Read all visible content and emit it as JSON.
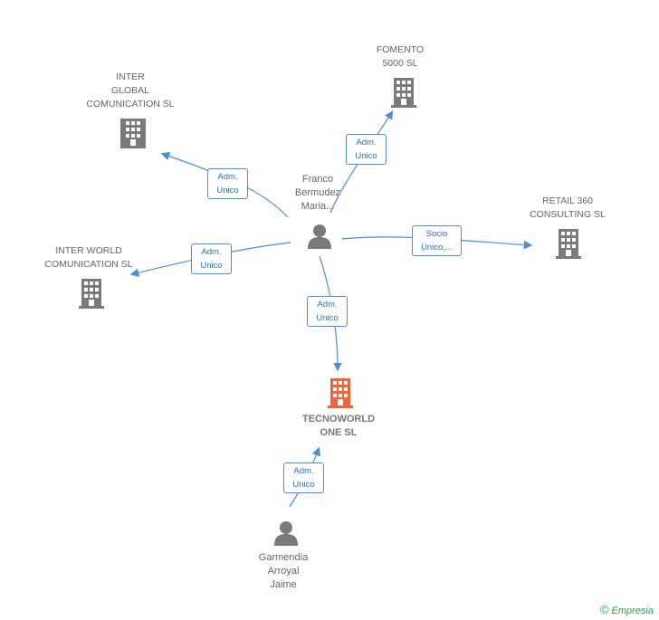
{
  "nodes": {
    "inter_global": {
      "label": "INTER\nGLOBAL\nCOMUNICATION SL"
    },
    "fomento": {
      "label": "FOMENTO\n5000 SL"
    },
    "retail": {
      "label": "RETAIL 360\nCONSULTING SL"
    },
    "inter_world": {
      "label": "INTER WORLD\nCOMUNICATION SL"
    },
    "tecnoworld": {
      "label": "TECNOWORLD\nONE SL"
    },
    "franco": {
      "label": "Franco\nBermudez\nMaria..."
    },
    "garmendia": {
      "label": "Garmendia\nArroyal\nJaime"
    }
  },
  "edges": {
    "to_inter_global": "Adm.\nUnico",
    "to_fomento": "Adm.\nUnico",
    "to_retail": "Socio\nÚnico,...",
    "to_inter_world": "Adm.\nUnico",
    "to_tecnoworld": "Adm.\nUnico",
    "garmendia_to_tecnoworld": "Adm.\nUnico"
  },
  "colors": {
    "company": "#7a7a7a",
    "main_company": "#f0643a",
    "person": "#7a7a7a",
    "edge": "#4a8fd6"
  },
  "footer": {
    "copyright": "©",
    "brand": "Empresia"
  }
}
